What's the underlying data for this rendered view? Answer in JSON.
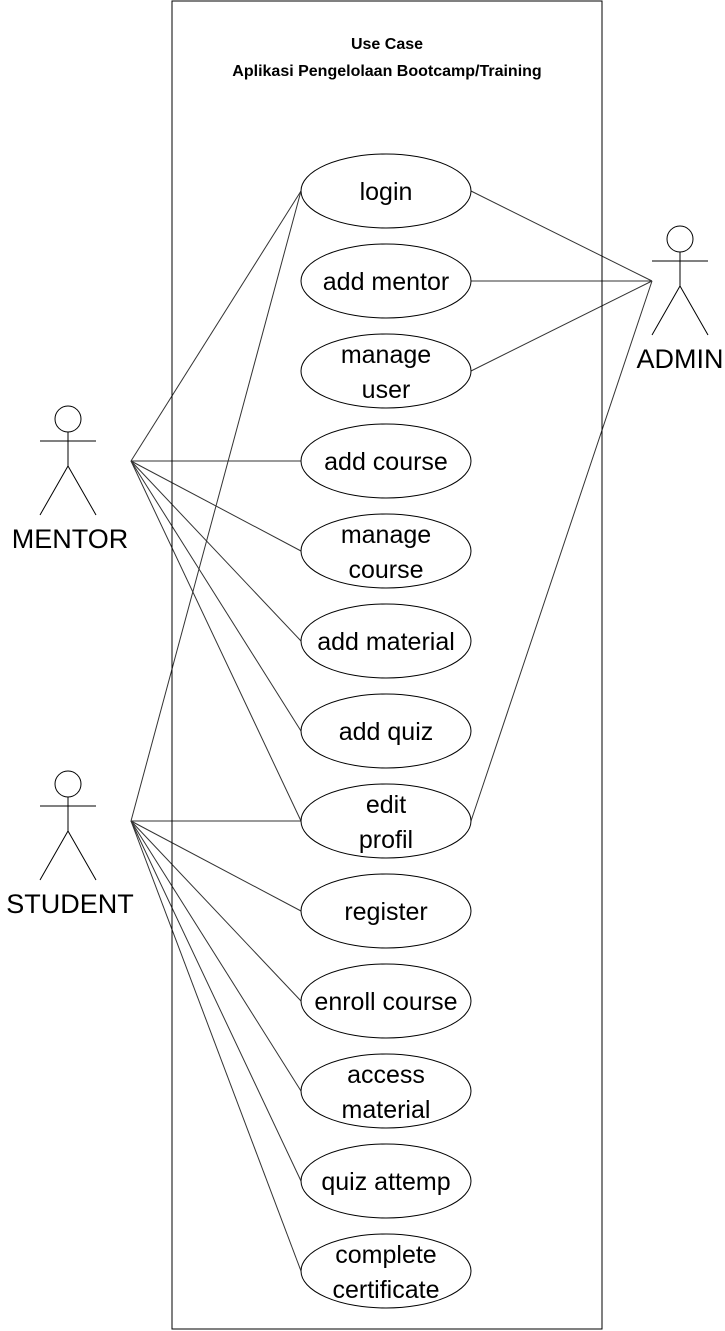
{
  "system": {
    "title_line1": "Use Case",
    "title_line2": "Aplikasi Pengelolaan Bootcamp/Training"
  },
  "actors": [
    {
      "id": "mentor",
      "name": "MENTOR"
    },
    {
      "id": "student",
      "name": "STUDENT"
    },
    {
      "id": "admin",
      "name": "ADMIN"
    }
  ],
  "use_cases": [
    {
      "id": "login",
      "lines": [
        "login"
      ]
    },
    {
      "id": "add-mentor",
      "lines": [
        "add mentor"
      ]
    },
    {
      "id": "manage-user",
      "lines": [
        "manage",
        "user"
      ]
    },
    {
      "id": "add-course",
      "lines": [
        "add course"
      ]
    },
    {
      "id": "manage-course",
      "lines": [
        "manage",
        "course"
      ]
    },
    {
      "id": "add-material",
      "lines": [
        "add material"
      ]
    },
    {
      "id": "add-quiz",
      "lines": [
        "add quiz"
      ]
    },
    {
      "id": "edit-profil",
      "lines": [
        "edit",
        "profil"
      ]
    },
    {
      "id": "register",
      "lines": [
        "register"
      ]
    },
    {
      "id": "enroll-course",
      "lines": [
        "enroll course"
      ]
    },
    {
      "id": "access-material",
      "lines": [
        "access",
        "material"
      ]
    },
    {
      "id": "quiz-attemp",
      "lines": [
        "quiz attemp"
      ]
    },
    {
      "id": "complete-certificate",
      "lines": [
        "complete",
        "certificate"
      ]
    }
  ],
  "associations": [
    {
      "actor": "mentor",
      "use_case": "login"
    },
    {
      "actor": "mentor",
      "use_case": "add-course"
    },
    {
      "actor": "mentor",
      "use_case": "manage-course"
    },
    {
      "actor": "mentor",
      "use_case": "add-material"
    },
    {
      "actor": "mentor",
      "use_case": "add-quiz"
    },
    {
      "actor": "mentor",
      "use_case": "edit-profil"
    },
    {
      "actor": "student",
      "use_case": "login"
    },
    {
      "actor": "student",
      "use_case": "edit-profil"
    },
    {
      "actor": "student",
      "use_case": "register"
    },
    {
      "actor": "student",
      "use_case": "enroll-course"
    },
    {
      "actor": "student",
      "use_case": "access-material"
    },
    {
      "actor": "student",
      "use_case": "quiz-attemp"
    },
    {
      "actor": "student",
      "use_case": "complete-certificate"
    },
    {
      "actor": "admin",
      "use_case": "login"
    },
    {
      "actor": "admin",
      "use_case": "add-mentor"
    },
    {
      "actor": "admin",
      "use_case": "manage-user"
    },
    {
      "actor": "admin",
      "use_case": "edit-profil"
    }
  ]
}
